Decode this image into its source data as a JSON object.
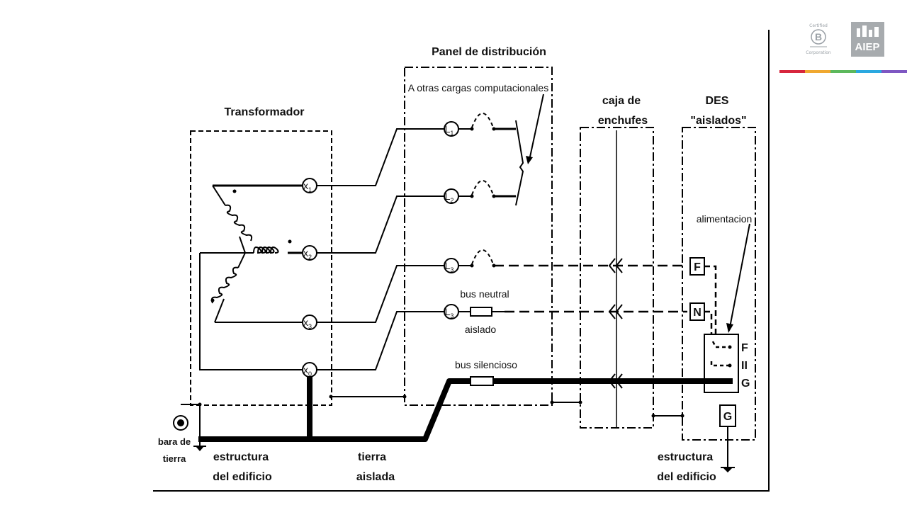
{
  "logos": {
    "bcorp_top": "Certified",
    "bcorp_letter": "B",
    "bcorp_bottom": "Corporation",
    "aiep": "AIEP",
    "stripe_colors": [
      "#d7263d",
      "#f0a830",
      "#5cb85c",
      "#2aa8e0",
      "#7e57c2"
    ]
  },
  "labels": {
    "panel_title": "Panel de distribución",
    "other_loads": "A otras cargas computacionales",
    "transformer": "Transformador",
    "socket_box_1": "caja de",
    "socket_box_2": "enchufes",
    "des_1": "DES",
    "des_2": "\"aislados\"",
    "alimentacion": "alimentacion",
    "bus_neutral": "bus neutral",
    "aislado": "aislado",
    "bus_silencioso": "bus silencioso",
    "bara_1": "bara de",
    "bara_2": "tierra",
    "estructura_left_1": "estructura",
    "estructura_left_2": "del edificio",
    "tierra_1": "tierra",
    "tierra_2": "aislada",
    "estructura_right_1": "estructura",
    "estructura_right_2": "del edificio"
  },
  "terminals": {
    "x1": {
      "main": "x",
      "sub": "1"
    },
    "x2": {
      "main": "x",
      "sub": "2"
    },
    "x3": {
      "main": "x",
      "sub": "3"
    },
    "x0": {
      "main": "x",
      "sub": "0"
    },
    "L1": {
      "main": "L",
      "sub": "1"
    },
    "L2": {
      "main": "L",
      "sub": "2"
    },
    "L3a": {
      "main": "L",
      "sub": "3"
    },
    "L3b": {
      "main": "L",
      "sub": "3"
    }
  },
  "boxes": {
    "F": "F",
    "N": "N",
    "G": "G",
    "out_F": "F",
    "out_II": "II",
    "out_G": "G"
  }
}
